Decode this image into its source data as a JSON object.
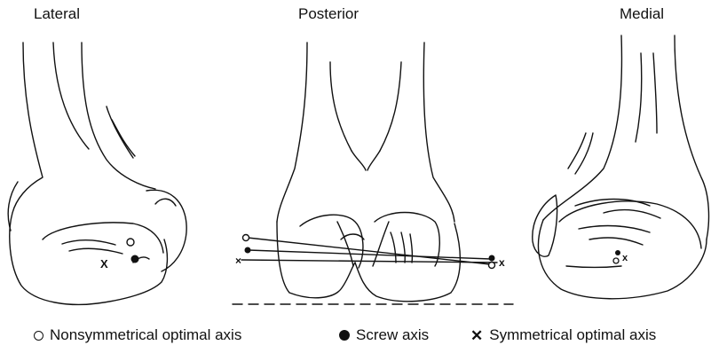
{
  "views": [
    {
      "title": "Lateral"
    },
    {
      "title": "Posterior"
    },
    {
      "title": "Medial"
    }
  ],
  "legend": {
    "nonsymmetrical": {
      "label": "Nonsymmetrical optimal axis",
      "marker": "open-circle"
    },
    "screw": {
      "label": "Screw axis",
      "marker": "filled-circle"
    },
    "symmetrical": {
      "label": "Symmetrical optimal axis",
      "marker": "x"
    }
  },
  "colors": {
    "ink": "#111111",
    "background": "#ffffff"
  }
}
